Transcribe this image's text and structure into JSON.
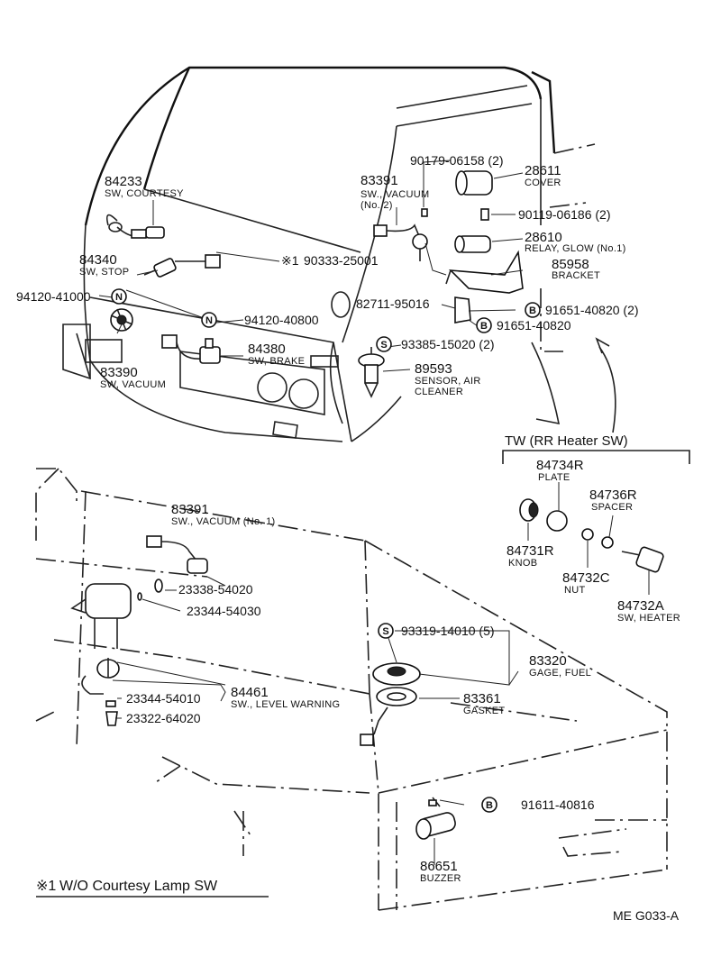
{
  "parts": {
    "p84233": {
      "number": "84233",
      "name": "SW, COURTESY"
    },
    "p84340": {
      "number": "84340",
      "name": "SW, STOP"
    },
    "p94120_41000": {
      "number": "94120-41000"
    },
    "p94120_40800": {
      "number": "94120-40800"
    },
    "p83390": {
      "number": "83390",
      "name": "SW, VACUUM"
    },
    "p84380": {
      "number": "84380",
      "name": "SW, BRAKE"
    },
    "p90333": {
      "number": "90333-25001",
      "mark": "※1"
    },
    "p83391_2": {
      "number": "83391",
      "name": "SW., VACUUM",
      "name2": "(No. 2)"
    },
    "p90179": {
      "number": "90179-06158 (2)"
    },
    "p28611": {
      "number": "28611",
      "name": "COVER"
    },
    "p90119": {
      "number": "90119-06186 (2)"
    },
    "p28610": {
      "number": "28610",
      "name": "RELAY, GLOW (No.1)"
    },
    "p85958": {
      "number": "85958",
      "name": "BRACKET"
    },
    "p82711": {
      "number": "82711-95016"
    },
    "p91651a": {
      "number": "91651-40820 (2)"
    },
    "p91651b": {
      "number": "91651-40820"
    },
    "p93385": {
      "number": "93385-15020 (2)"
    },
    "p89593": {
      "number": "89593",
      "name": "SENSOR, AIR",
      "name2": "CLEANER"
    },
    "p83391_1": {
      "number": "83391",
      "name": "SW., VACUUM (No. 1)"
    },
    "p23338": {
      "number": "23338-54020"
    },
    "p23344a": {
      "number": "23344-54030"
    },
    "p23344b": {
      "number": "23344-54010"
    },
    "p23322": {
      "number": "23322-64020"
    },
    "p84461": {
      "number": "84461",
      "name": "SW., LEVEL WARNING"
    },
    "p93319": {
      "number": "93319-14010 (5)"
    },
    "p83320": {
      "number": "83320",
      "name": "GAGE, FUEL"
    },
    "p83361": {
      "number": "83361",
      "name": "GASKET"
    },
    "p91611": {
      "number": "91611-40816"
    },
    "p86651": {
      "number": "86651",
      "name": "BUZZER"
    }
  },
  "symbols": {
    "n": "N",
    "b": "B",
    "s": "S"
  },
  "tw_section": {
    "title": "TW  (RR Heater SW)",
    "p84734R": {
      "number": "84734R",
      "name": "PLATE"
    },
    "p84736R": {
      "number": "84736R",
      "name": "SPACER"
    },
    "p84731R": {
      "number": "84731R",
      "name": "KNOB"
    },
    "p84732C": {
      "number": "84732C",
      "name": "NUT"
    },
    "p84732A": {
      "number": "84732A",
      "name": "SW, HEATER"
    }
  },
  "footnote": {
    "mark": "※1",
    "text": "W/O  Courtesy Lamp SW"
  },
  "ref_code": "ME  G033-A"
}
